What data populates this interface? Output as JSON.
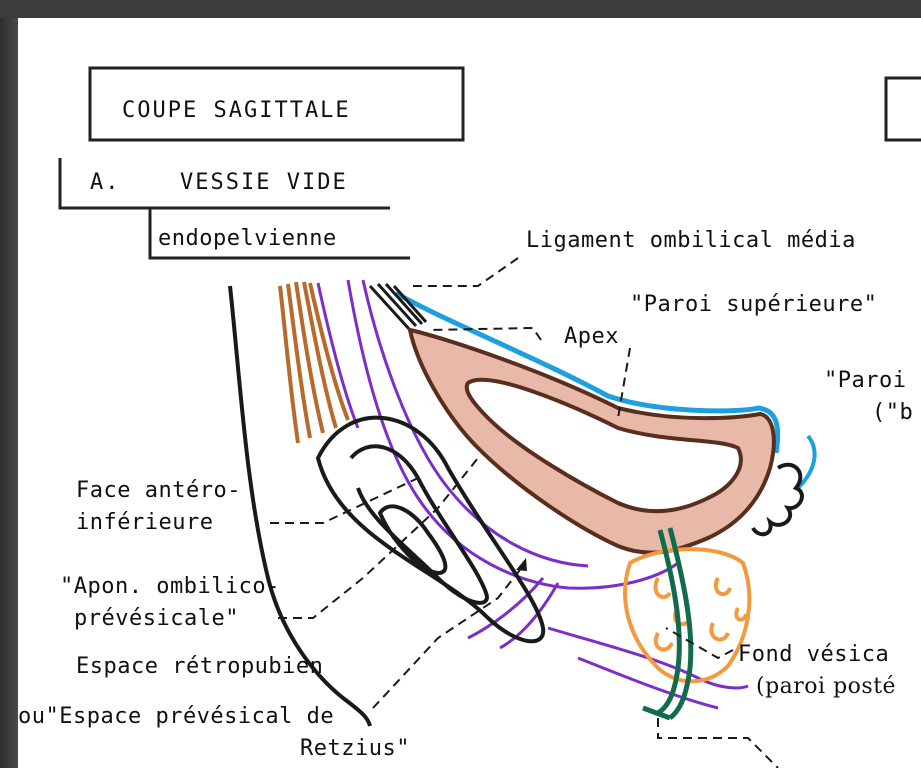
{
  "title_box": {
    "title": "COUPE  SAGITTALE"
  },
  "section": {
    "letter": "A.",
    "title": "VESSIE VIDE",
    "subtitle": "endopelvienne"
  },
  "labels": {
    "ligament": "Ligament ombilical média",
    "paroi_sup": "\"Paroi supérieure\"",
    "apex": "Apex",
    "paroi_right_1": "\"Paroi",
    "paroi_right_2": "(\"b",
    "face_1": "Face antéro-",
    "face_2": "inférieure",
    "apon_1": "\"Apon. ombilico-",
    "apon_2": "prévésicale\"",
    "espace_1": "Espace rétropubien",
    "espace_2": "ou\"Espace prévésical de",
    "espace_3": "Retzius\"",
    "fond_1": "Fond vésica",
    "fond_2": "(paroi posté"
  },
  "colors": {
    "bladder_fill": "#e8b8a8",
    "bladder_outline": "#5a2e1e",
    "serosa": "#1ea0e0",
    "aponeurosis": "#7a2fc8",
    "rectus_muscle": "#b86a2e",
    "prostate": "#f59a3c",
    "urethra": "#136b4e",
    "pubis": "#222222"
  }
}
